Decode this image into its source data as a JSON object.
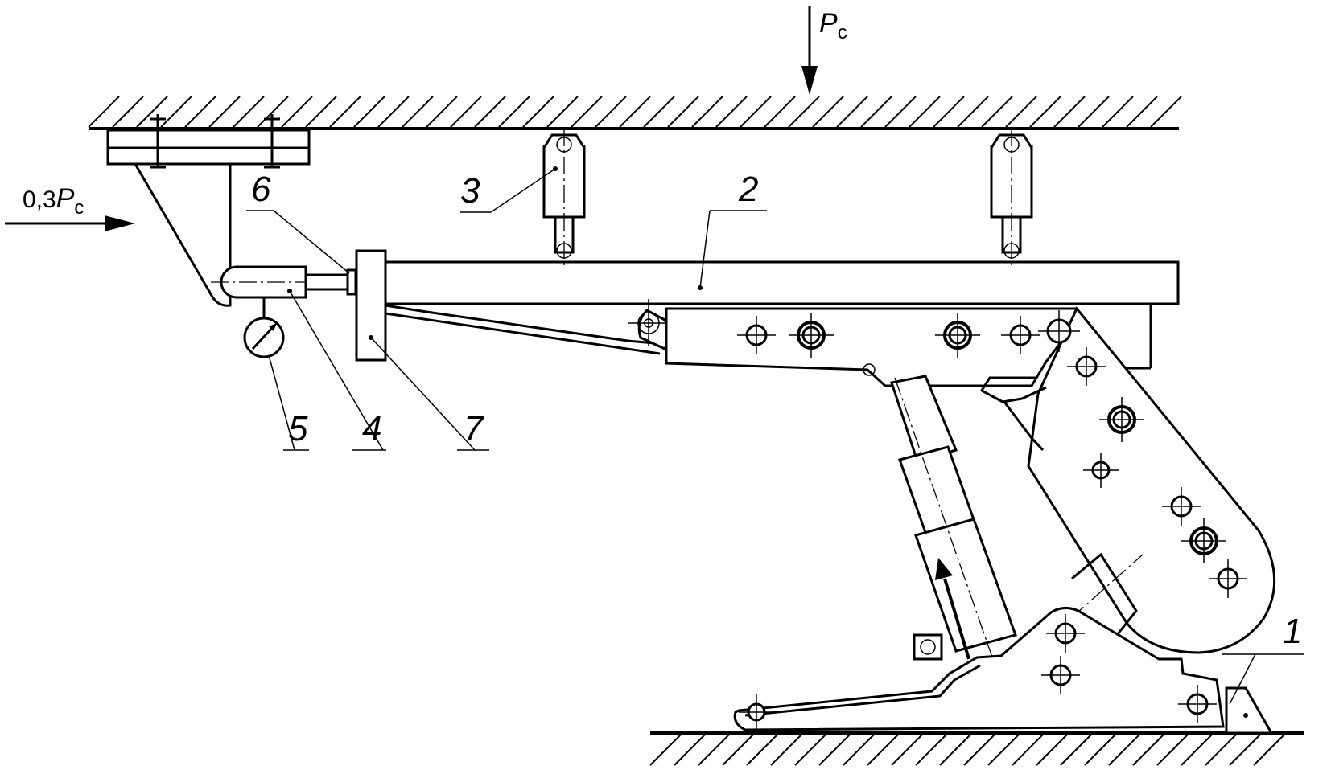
{
  "loads": {
    "vertical": {
      "symbol": "P",
      "subscript": "c"
    },
    "horizontal": {
      "prefix": "0,3",
      "symbol": "P",
      "subscript": "c"
    }
  },
  "callouts": [
    "1",
    "2",
    "3",
    "4",
    "5",
    "6",
    "7"
  ]
}
